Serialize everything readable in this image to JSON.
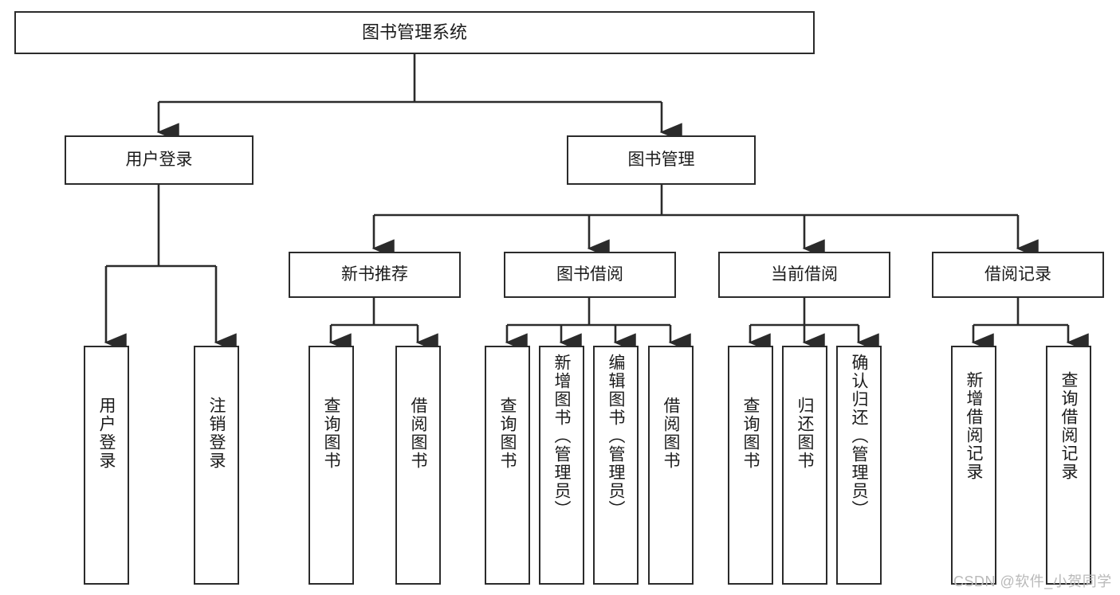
{
  "diagram": {
    "type": "tree",
    "title": "图书管理系统",
    "root": {
      "label": "图书管理系统"
    },
    "level2": [
      {
        "label": "用户登录"
      },
      {
        "label": "图书管理"
      }
    ],
    "level3": [
      {
        "label": "新书推荐"
      },
      {
        "label": "图书借阅"
      },
      {
        "label": "当前借阅"
      },
      {
        "label": "借阅记录"
      }
    ],
    "leaves": {
      "user_login": [
        {
          "label": "用户登录"
        },
        {
          "label": "注销登录"
        }
      ],
      "new_book_recommend": [
        {
          "label": "查询图书"
        },
        {
          "label": "借阅图书"
        }
      ],
      "book_borrow": [
        {
          "label": "查询图书"
        },
        {
          "label": "新增图书（管理员）"
        },
        {
          "label": "编辑图书（管理员）"
        },
        {
          "label": "借阅图书"
        }
      ],
      "current_borrow": [
        {
          "label": "查询图书"
        },
        {
          "label": "归还图书"
        },
        {
          "label": "确认归还（管理员）"
        }
      ],
      "borrow_record": [
        {
          "label": "新增借阅记录"
        },
        {
          "label": "查询借阅记录"
        }
      ]
    }
  },
  "watermark": {
    "text": "CSDN @软件_小贺同学"
  },
  "colors": {
    "border": "#2b2b2b",
    "background": "#ffffff",
    "text": "#1b1b1b",
    "watermark": "#b9b9b9"
  }
}
